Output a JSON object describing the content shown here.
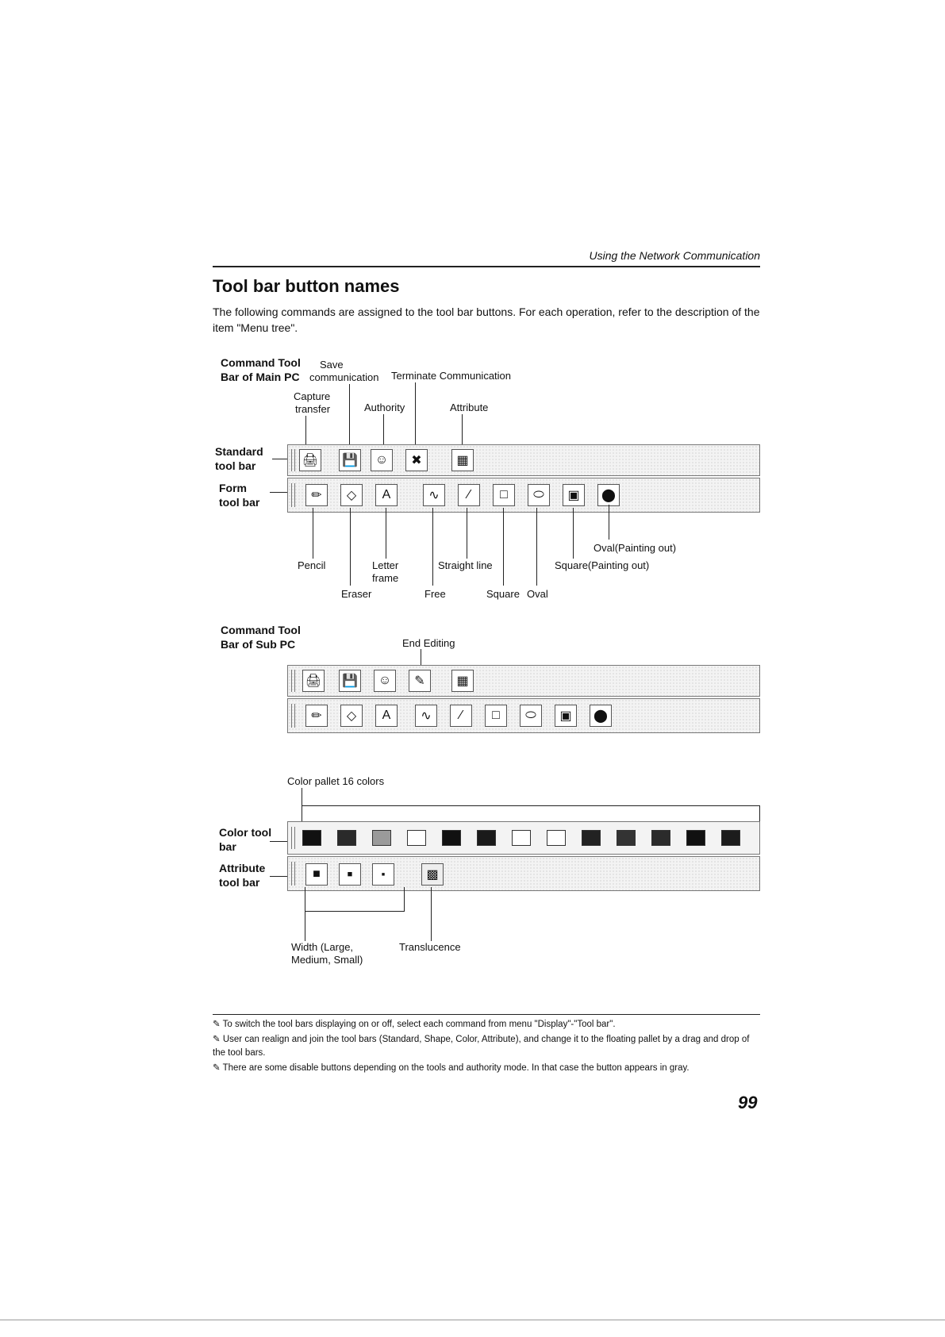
{
  "header": {
    "section": "Using the Network Communication"
  },
  "title": "Tool bar button names",
  "intro": "The following commands are assigned to the tool bar buttons. For each operation, refer to the description of the item \"Menu tree\".",
  "main_pc": {
    "caption_line1": "Command Tool",
    "caption_line2": "Bar of Main PC",
    "standard_line1": "Standard",
    "standard_line2": "tool bar",
    "form_line1": "Form",
    "form_line2": "tool bar",
    "labels": {
      "save": "Save",
      "communication": "communication",
      "terminate": "Terminate Communication",
      "capture": "Capture",
      "transfer": "transfer",
      "authority": "Authority",
      "attribute": "Attribute",
      "pencil": "Pencil",
      "letter": "Letter",
      "frame": "frame",
      "eraser": "Eraser",
      "straight": "Straight line",
      "free": "Free",
      "square": "Square",
      "oval": "Oval",
      "oval_paint": "Oval(Painting out)",
      "square_paint": "Square(Painting out)"
    }
  },
  "sub_pc": {
    "caption_line1": "Command Tool",
    "caption_line2": "Bar of Sub PC",
    "end_editing": "End Editing"
  },
  "color_section": {
    "pallet_label": "Color pallet 16 colors",
    "color_line1": "Color tool",
    "color_line2": "bar",
    "attr_line1": "Attribute",
    "attr_line2": "tool bar",
    "width_line1": "Width (Large,",
    "width_line2": "Medium, Small)",
    "translucence": "Translucence",
    "swatch_colors": [
      "#111111",
      "#2a2a2a",
      "#9a9a9a",
      "#ffffff",
      "#111111",
      "#1a1a1a",
      "#ffffff",
      "#ffffff",
      "#222222",
      "#333333",
      "#2b2b2b",
      "#111111",
      "#1c1c1c"
    ]
  },
  "footnotes": [
    "To switch the tool bars displaying on or off, select each command from menu \"Display\"-\"Tool bar\".",
    "User can realign and join the tool bars (Standard, Shape, Color, Attribute), and change it to the floating pallet by a drag and drop of the tool bars.",
    "There are some disable buttons depending on the tools and authority mode. In that case the button appears in gray."
  ],
  "page_number": "99",
  "icons": [
    "capture-icon",
    "save-communication-icon",
    "authority-icon",
    "terminate-icon",
    "attribute-icon",
    "pencil-icon",
    "eraser-icon",
    "letter-frame-icon",
    "free-line-icon",
    "straight-line-icon",
    "square-icon",
    "oval-icon",
    "square-paint-icon",
    "oval-paint-icon",
    "end-editing-icon"
  ]
}
